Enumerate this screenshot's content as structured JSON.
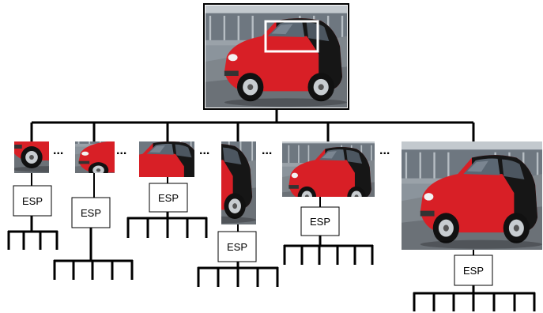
{
  "diagram": {
    "root": {
      "image": "red-smart-car-photo",
      "highlight": "window-crop-box"
    },
    "nodes": [
      {
        "image": "wheel-crop",
        "esp_label": "ESP",
        "fan_out": 4
      },
      {
        "image": "front-crop",
        "esp_label": "ESP",
        "fan_out": 5
      },
      {
        "image": "window-crop",
        "esp_label": "ESP",
        "fan_out": 5
      },
      {
        "image": "rear-crop",
        "esp_label": "ESP",
        "fan_out": 5
      },
      {
        "image": "upper-car-crop",
        "esp_label": "ESP",
        "fan_out": 6
      },
      {
        "image": "full-car-crop",
        "esp_label": "ESP",
        "fan_out": 7
      }
    ],
    "gap_marker": "...",
    "colors": {
      "car_red": "#d81f26",
      "car_black": "#161616",
      "line": "#000000",
      "sky": "#9aa3ab"
    }
  }
}
